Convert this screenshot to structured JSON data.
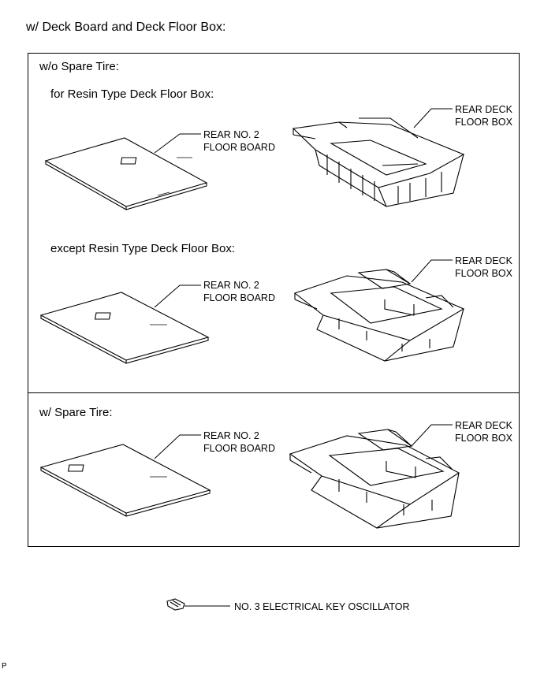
{
  "title": "w/ Deck Board and Deck Floor Box:",
  "sections": [
    {
      "heading": "w/o Spare Tire:",
      "subsections": [
        {
          "label": "for Resin Type Deck Floor Box:",
          "board_label": [
            "REAR NO. 2",
            "FLOOR BOARD"
          ],
          "box_label": [
            "REAR DECK",
            "FLOOR BOX"
          ]
        },
        {
          "label": "except Resin Type Deck Floor Box:",
          "board_label": [
            "REAR NO. 2",
            "FLOOR BOARD"
          ],
          "box_label": [
            "REAR DECK",
            "FLOOR BOX"
          ]
        }
      ]
    },
    {
      "heading": "w/ Spare Tire:",
      "subsections": [
        {
          "label": "",
          "board_label": [
            "REAR NO. 2",
            "FLOOR BOARD"
          ],
          "box_label": [
            "REAR DECK",
            "FLOOR BOX"
          ]
        }
      ]
    }
  ],
  "oscillator_label": "NO. 3 ELECTRICAL KEY OSCILLATOR",
  "corner_mark": "P"
}
